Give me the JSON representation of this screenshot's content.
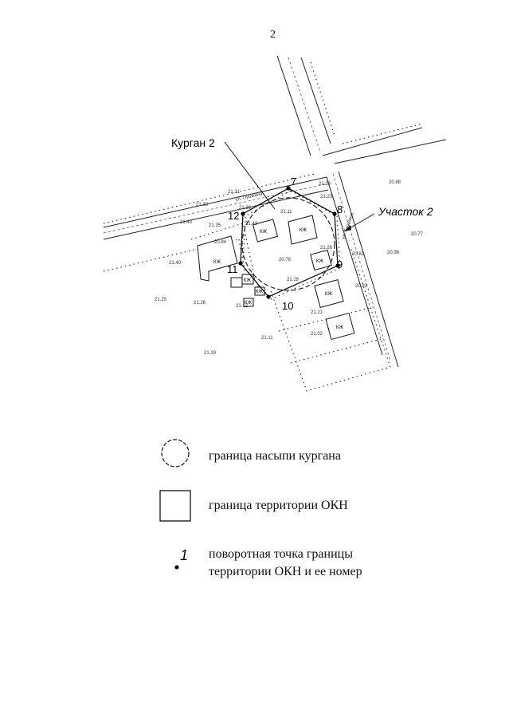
{
  "page": {
    "number": "2"
  },
  "map": {
    "title_label": "Курган 2",
    "plot_label": "Участок 2",
    "building_label": "КЖ",
    "street_labels": [
      "ул. Пушкина",
      "ул. Гагарина"
    ],
    "turning_points": [
      "7",
      "8",
      "9",
      "10",
      "11",
      "12"
    ],
    "elevations": [
      "20.88",
      "21.31",
      "21.33",
      "21.23",
      "21.23",
      "21.11",
      "21.43",
      "21.35",
      "20.84",
      "21.40",
      "21.26",
      "20.78",
      "20.82",
      "20.77",
      "20.96",
      "21.28",
      "20.93",
      "21.25",
      "21.26",
      "21.12",
      "21.21",
      "21.11",
      "21.02",
      "21.29",
      "21.36",
      "21.43"
    ]
  },
  "legend": {
    "items": [
      {
        "symbol": "circle-icon",
        "label": "граница насыпи кургана"
      },
      {
        "symbol": "square-icon",
        "label": "граница территории ОКН"
      },
      {
        "symbol": "point-icon",
        "label_line1": "поворотная точка границы",
        "label_line2": "территории ОКН и ее номер",
        "point_number": "1"
      }
    ]
  }
}
